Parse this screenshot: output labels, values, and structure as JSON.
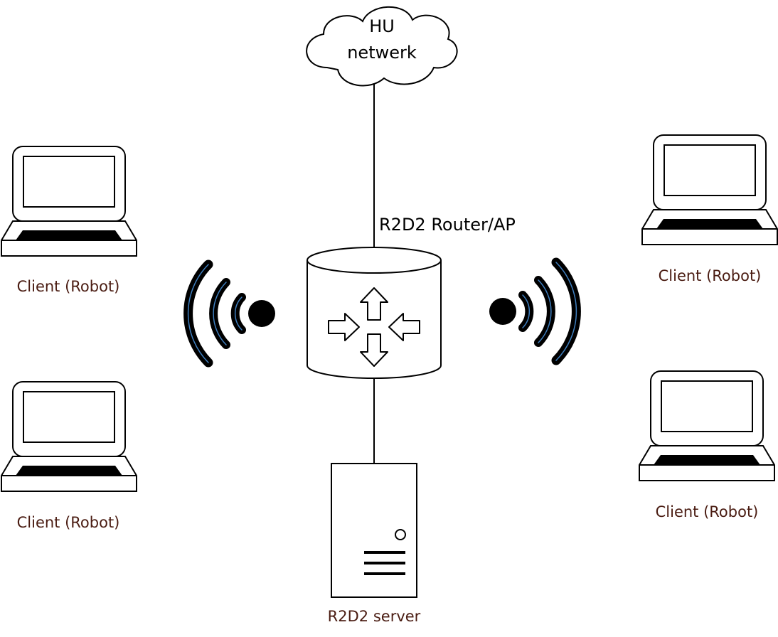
{
  "cloud": {
    "line1": "HU",
    "line2": "netwerk"
  },
  "router": {
    "label": "R2D2 Router/AP"
  },
  "server": {
    "label": "R2D2 server"
  },
  "clients": [
    {
      "label": "Client (Robot)"
    },
    {
      "label": "Client (Robot)"
    },
    {
      "label": "Client (Robot)"
    },
    {
      "label": "Client (Robot)"
    }
  ],
  "colors": {
    "client_label": "#4a1c12",
    "stroke": "#000000",
    "wifi_highlight": "#3f7fbf"
  },
  "icons": {
    "cloud": "cloud-icon",
    "router": "router-icon",
    "server": "server-icon",
    "laptop": "laptop-icon",
    "wifi": "wifi-icon"
  }
}
